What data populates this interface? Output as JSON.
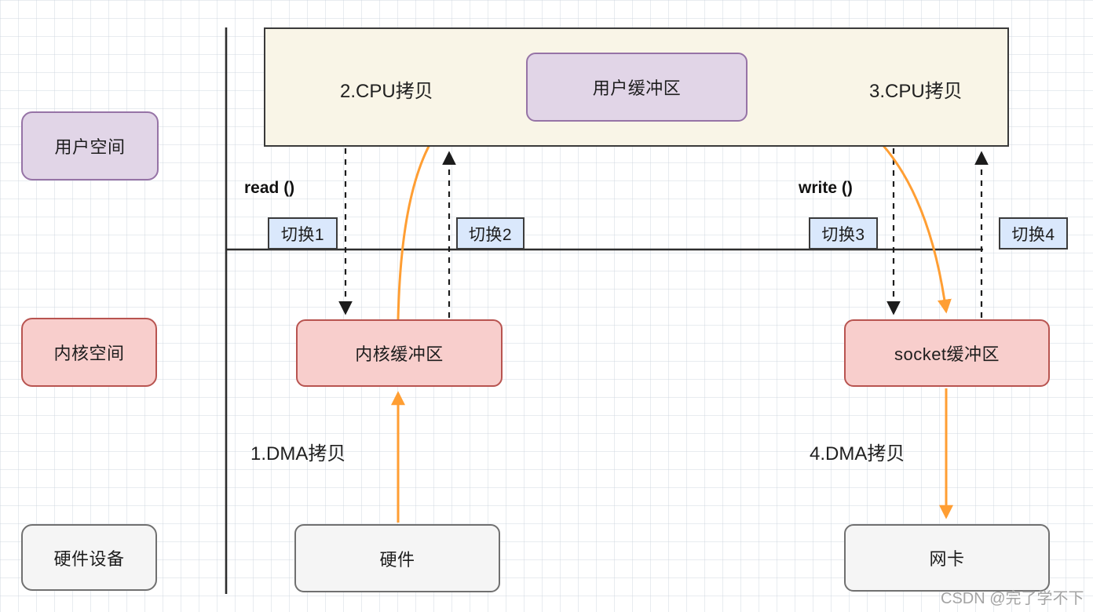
{
  "diagram_type": "traditional read/write data copy flow (zero-copy background diagram)",
  "lanes": {
    "user": "用户空间",
    "kernel": "内核空间",
    "hardware": "硬件设备"
  },
  "nodes": {
    "user_buffer": "用户缓冲区",
    "kernel_buffer": "内核缓冲区",
    "socket_buffer": "socket缓冲区",
    "hardware": "硬件",
    "nic": "网卡"
  },
  "labels": {
    "cpu_copy_2": "2.CPU拷贝",
    "cpu_copy_3": "3.CPU拷贝",
    "dma_copy_1": "1.DMA拷贝",
    "dma_copy_4": "4.DMA拷贝"
  },
  "syscalls": {
    "read": "read ()",
    "write": "write ()"
  },
  "switches": {
    "s1": "切换1",
    "s2": "切换2",
    "s3": "切换3",
    "s4": "切换4"
  },
  "watermark": "CSDN @完了学不下",
  "colors": {
    "arrow_orange": "#FF9E33",
    "dashed_black": "#1c1c1c",
    "boundary_line": "#2d2d2d",
    "purple_fill": "#E1D5E7",
    "purple_stroke": "#9673A6",
    "pink_fill": "#F8CECC",
    "pink_stroke": "#B85450",
    "gray_fill": "#F5F5F5",
    "gray_stroke": "#707070",
    "blue_fill": "#DAE8FC",
    "blue_stroke": "#3C3C3C",
    "cream_fill": "#F9F5E7"
  }
}
